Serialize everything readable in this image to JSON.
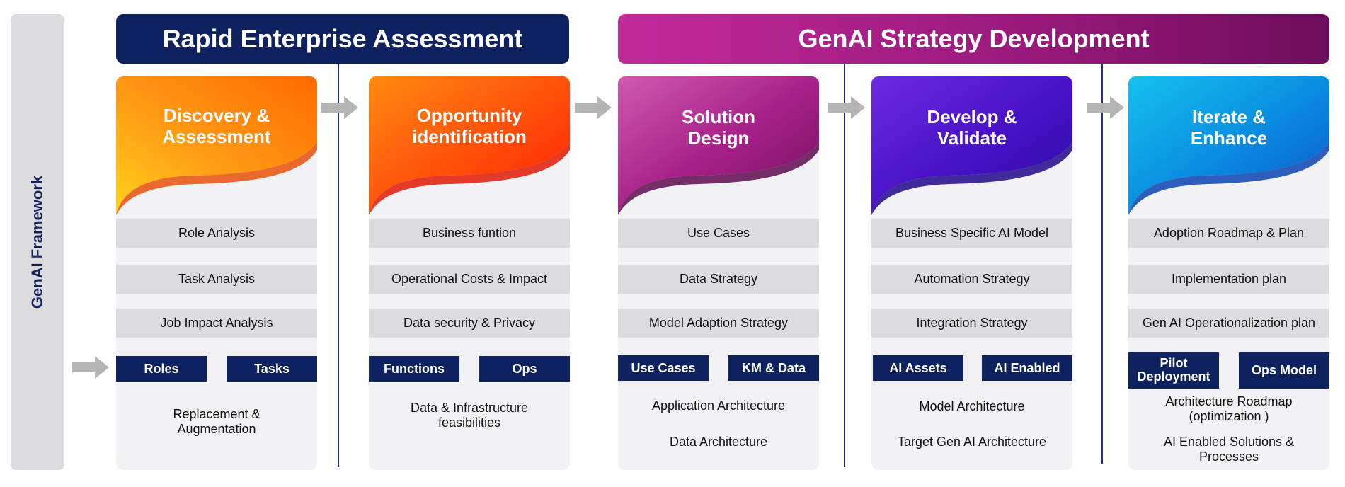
{
  "sidebar": {
    "label": "GenAI Framework"
  },
  "banners": {
    "rea": "Rapid Enterprise Assessment",
    "gsd": "GenAI Strategy Development"
  },
  "colors": {
    "navy": "#0e2260",
    "magenta": "#b0208c",
    "card_bg": "#f2f1f3",
    "row_bg": "#dcdbde",
    "arrow": "#b4b4b4"
  },
  "cards": [
    {
      "title_l1": "Discovery &",
      "title_l2": "Assessment",
      "rows": [
        "Role Analysis",
        "Task Analysis",
        "Job Impact Analysis"
      ],
      "tags": [
        "Roles",
        "Tasks"
      ],
      "bottom": [
        "Replacement &\nAugmentation"
      ]
    },
    {
      "title_l1": "Opportunity",
      "title_l2": "identification",
      "rows": [
        "Business funtion",
        "Operational Costs & Impact",
        "Data security & Privacy"
      ],
      "tags": [
        "Functions",
        "Ops"
      ],
      "bottom": [
        "Data & Infrastructure\nfeasibilities"
      ]
    },
    {
      "title_l1": "Solution",
      "title_l2": "Design",
      "rows": [
        "Use Cases",
        "Data Strategy",
        "Model Adaption Strategy"
      ],
      "tags": [
        "Use Cases",
        "KM & Data"
      ],
      "bottom": [
        "Application Architecture",
        "Data Architecture"
      ]
    },
    {
      "title_l1": "Develop &",
      "title_l2": "Validate",
      "rows": [
        "Business Specific AI Model",
        "Automation  Strategy",
        "Integration Strategy"
      ],
      "tags": [
        "AI Assets",
        "AI Enabled"
      ],
      "bottom": [
        "Model Architecture",
        "Target Gen AI Architecture"
      ]
    },
    {
      "title_l1": "Iterate &",
      "title_l2": "Enhance",
      "rows": [
        "Adoption Roadmap & Plan",
        "Implementation plan",
        "Gen AI Operationalization plan"
      ],
      "tags": [
        "Pilot\nDeployment",
        "Ops Model"
      ],
      "bottom": [
        "Architecture Roadmap\n(optimization )",
        "AI Enabled Solutions &\nProcesses"
      ]
    }
  ]
}
